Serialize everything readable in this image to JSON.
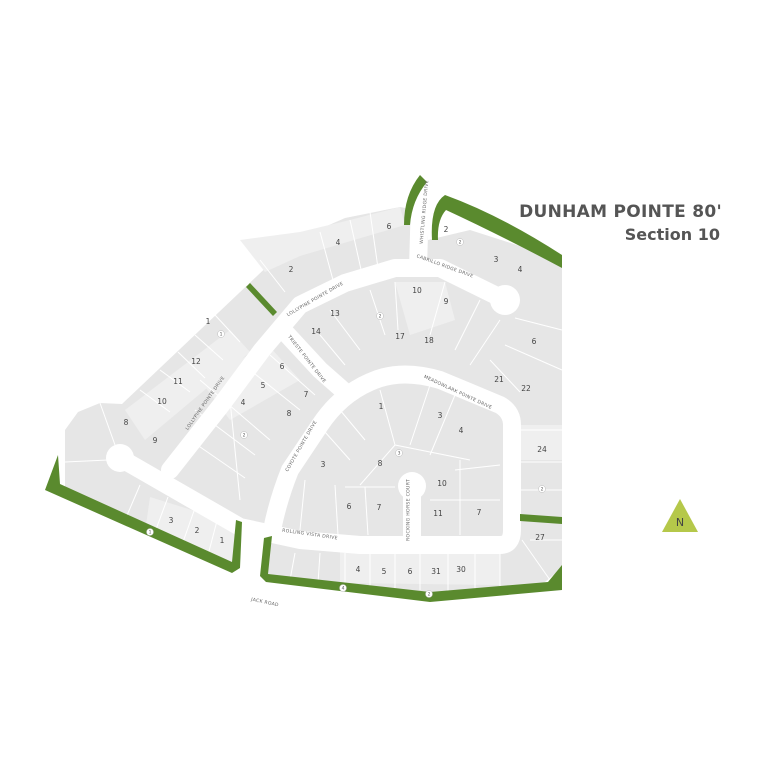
{
  "header": {
    "title": "DUNHAM POINTE 80'",
    "subtitle": "Section 10"
  },
  "north_marker": {
    "label": "N",
    "color": "#b5c84a"
  },
  "colors": {
    "buffer_green": "#5a8a2e",
    "lot_gray": "#e6e6e6",
    "lot_light": "#efefef",
    "road": "#ffffff"
  },
  "streets": {
    "whistling": "WHISTLING RIDGE DRIVE",
    "cabrillo": "CABRILLO RIDGE DRIVE",
    "lollypine_north": "LOLLYPINE POINTE DRIVE",
    "lollypine_west": "LOLLYPINE POINTE DRIVE",
    "trieste": "TRIESTE POINTE DRIVE",
    "meadowlark": "MEADOWLARK POINTE DRIVE",
    "coyote": "COYOTE POINTE DRIVE",
    "rocking_horse": "ROCKING HORSE COURT",
    "rolling_vista": "ROLLING VISTA DRIVE",
    "jack": "JACK ROAD"
  },
  "lots": [
    "6",
    "4",
    "2",
    "1",
    "12",
    "11",
    "10",
    "8",
    "9",
    "3",
    "2",
    "1",
    "2",
    "3",
    "4",
    "10",
    "9",
    "13",
    "14",
    "17",
    "18",
    "6",
    "21",
    "22",
    "6",
    "5",
    "7",
    "4",
    "8",
    "1",
    "3",
    "4",
    "3",
    "8",
    "10",
    "11",
    "7",
    "6",
    "7",
    "24",
    "27",
    "4",
    "5",
    "6",
    "31",
    "30"
  ],
  "phases": [
    "2",
    "1",
    "2",
    "2",
    "3",
    "1",
    "2",
    "4",
    "2"
  ]
}
